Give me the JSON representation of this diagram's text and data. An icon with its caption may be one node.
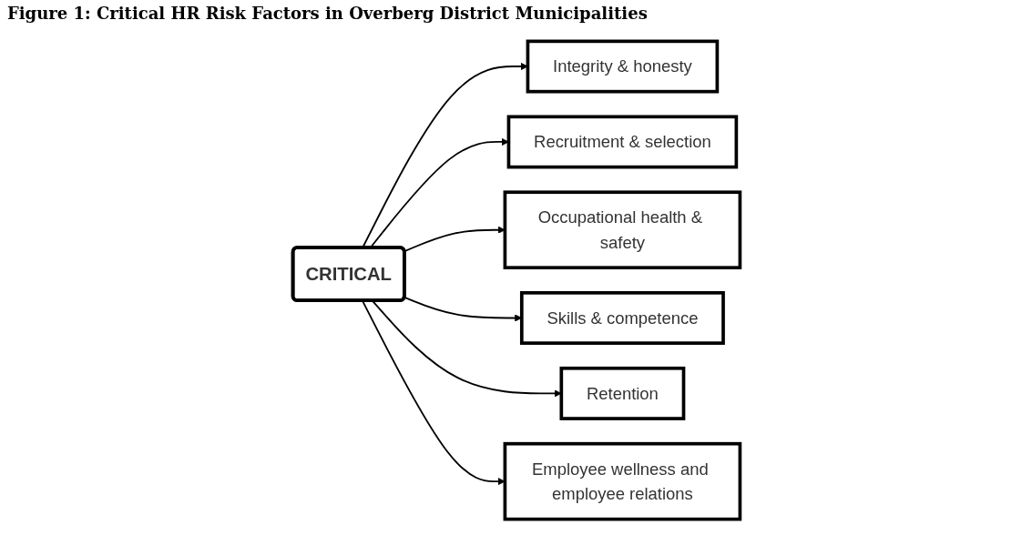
{
  "diagram": {
    "title": "Figure 1: Critical HR Risk Factors in Overberg District Municipalities",
    "nodes": [
      {
        "text": [
          "CRITICAL"
        ]
      },
      {
        "text": [
          "Integrity & honesty"
        ]
      },
      {
        "text": [
          "Recruitment & selection"
        ]
      },
      {
        "text": [
          "Occupational health & safety"
        ]
      },
      {
        "text": [
          "Skills & competence"
        ]
      },
      {
        "text": [
          "Retention"
        ]
      },
      {
        "text": [
          "Employee wellness and employee relations"
        ]
      }
    ],
    "edges": [
      {
        "from": 0,
        "to": 1,
        "arrow": "to"
      },
      {
        "from": 0,
        "to": 2,
        "arrow": "to"
      },
      {
        "from": 0,
        "to": 3,
        "arrow": "to"
      },
      {
        "from": 0,
        "to": 4,
        "arrow": "to"
      },
      {
        "from": 0,
        "to": 5,
        "arrow": "to"
      },
      {
        "from": 0,
        "to": 6,
        "arrow": "to"
      }
    ]
  }
}
